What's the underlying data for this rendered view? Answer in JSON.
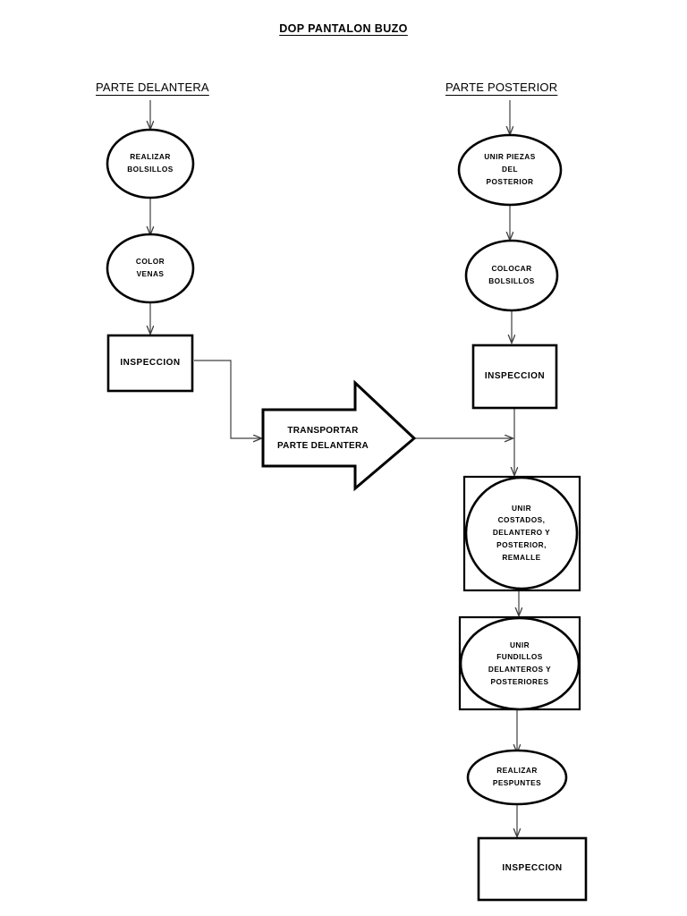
{
  "document": {
    "title": "DOP PANTALON BUZO"
  },
  "columns": {
    "left": {
      "header": "PARTE DELANTERA"
    },
    "right": {
      "header": "PARTE POSTERIOR"
    }
  },
  "nodes": {
    "left": [
      {
        "id": "realizar-bolsillos",
        "shape": "ellipse",
        "label": "REALIZAR\nBOLSILLOS"
      },
      {
        "id": "color-venas",
        "shape": "ellipse",
        "label": "COLOR\nVENAS"
      },
      {
        "id": "inspeccion-delantera",
        "shape": "rectangle",
        "label": "INSPECCION"
      }
    ],
    "transport": {
      "id": "transportar-parte-delantera",
      "shape": "arrow",
      "label": "TRANSPORTAR\nPARTE DELANTERA"
    },
    "right": [
      {
        "id": "unir-piezas-posterior",
        "shape": "ellipse",
        "label": "UNIR PIEZAS\nDEL\nPOSTERIOR"
      },
      {
        "id": "colocar-bolsillos",
        "shape": "ellipse",
        "label": "COLOCAR\nBOLSILLOS"
      },
      {
        "id": "inspeccion-posterior",
        "shape": "rectangle",
        "label": "INSPECCION"
      },
      {
        "id": "unir-costados",
        "shape": "circle-in-square",
        "label": "UNIR\nCOSTADOS,\nDELANTERO Y\nPOSTERIOR,\nREMALLE"
      },
      {
        "id": "unir-fundillos",
        "shape": "ellipse-in-rectangle",
        "label": "UNIR\nFUNDILLOS\nDELANTEROS Y\nPOSTERIORES"
      },
      {
        "id": "realizar-pespuntes",
        "shape": "ellipse",
        "label": "REALIZAR\nPESPUNTES"
      },
      {
        "id": "inspeccion-final",
        "shape": "rectangle",
        "label": "INSPECCION"
      }
    ]
  },
  "colors": {
    "stroke": "#000000",
    "connector": "#404040",
    "background": "#ffffff",
    "text": "#1a1a1a"
  }
}
